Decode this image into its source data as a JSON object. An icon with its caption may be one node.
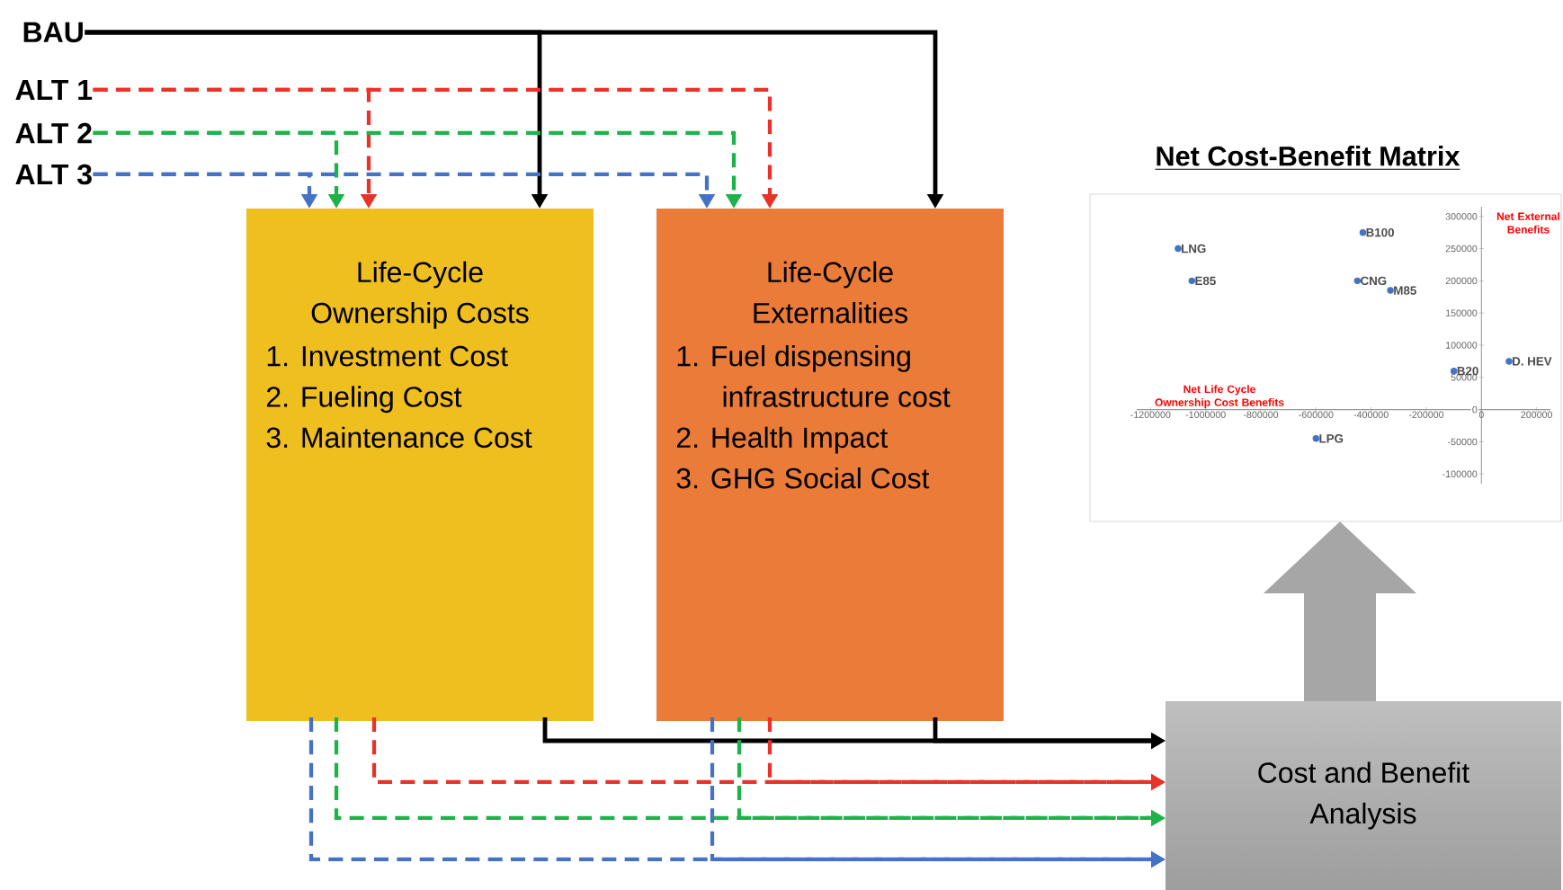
{
  "diagram": {
    "nodes": [
      {
        "text": [
          "BAU"
        ]
      },
      {
        "text": [
          "ALT 1"
        ]
      },
      {
        "text": [
          "ALT 2"
        ]
      },
      {
        "text": [
          "ALT 3"
        ]
      },
      {
        "text": [
          "Life-Cycle Ownership Costs",
          "1. Investment Cost",
          "2. Fueling Cost",
          "3. Maintenance Cost"
        ]
      },
      {
        "text": [
          "Life-Cycle Externalities",
          "1. Fuel dispensing infrastructure cost",
          "2. Health Impact",
          "3. GHG Social Cost"
        ]
      },
      {
        "text": [
          "Cost and Benefit Analysis"
        ]
      },
      {
        "text": [
          "Net Cost-Benefit Matrix"
        ]
      }
    ],
    "edges": [
      {
        "from": 0,
        "to": 4,
        "arrow": "to"
      },
      {
        "from": 0,
        "to": 5,
        "arrow": "to"
      },
      {
        "from": 1,
        "to": 4,
        "arrow": "to",
        "style": "dashed",
        "color": "#e8322a"
      },
      {
        "from": 1,
        "to": 5,
        "arrow": "to",
        "style": "dashed",
        "color": "#e8322a"
      },
      {
        "from": 2,
        "to": 4,
        "arrow": "to",
        "style": "dashed",
        "color": "#1db34a"
      },
      {
        "from": 2,
        "to": 5,
        "arrow": "to",
        "style": "dashed",
        "color": "#1db34a"
      },
      {
        "from": 3,
        "to": 4,
        "arrow": "to",
        "style": "dashed",
        "color": "#4472c4"
      },
      {
        "from": 3,
        "to": 5,
        "arrow": "to",
        "style": "dashed",
        "color": "#4472c4"
      },
      {
        "from": 4,
        "to": 6,
        "arrow": "to"
      },
      {
        "from": 5,
        "to": 6,
        "arrow": "to"
      },
      {
        "from": 4,
        "to": 6,
        "arrow": "to",
        "style": "dashed",
        "color": "#e8322a"
      },
      {
        "from": 5,
        "to": 6,
        "arrow": "to",
        "style": "dashed",
        "color": "#e8322a"
      },
      {
        "from": 4,
        "to": 6,
        "arrow": "to",
        "style": "dashed",
        "color": "#1db34a"
      },
      {
        "from": 5,
        "to": 6,
        "arrow": "to",
        "style": "dashed",
        "color": "#1db34a"
      },
      {
        "from": 4,
        "to": 6,
        "arrow": "to",
        "style": "dashed",
        "color": "#4472c4"
      },
      {
        "from": 5,
        "to": 6,
        "arrow": "to",
        "style": "dashed",
        "color": "#4472c4"
      },
      {
        "from": 6,
        "to": 7,
        "arrow": "to",
        "style": "thick",
        "color": "#a6a6a6"
      }
    ],
    "chart_data": {
      "type": "scatter",
      "xlabel": "Net Life Cycle Ownership Cost Benefits",
      "ylabel": "Net External Benefits",
      "x": [
        -1100000,
        -1050000,
        -430000,
        -450000,
        -330000,
        -100000,
        100000,
        -600000
      ],
      "series": [
        {
          "color": "#4472c4",
          "values": [
            250000,
            200000,
            275000,
            200000,
            185000,
            60000,
            75000,
            -45000
          ]
        }
      ],
      "xlim": [
        -1250000,
        250000
      ],
      "ylim": [
        -115000,
        315000
      ],
      "xticks": [
        -1200000,
        -1000000,
        -800000,
        -600000,
        -400000,
        -200000,
        0,
        200000
      ],
      "yticks": [
        -100000,
        -50000,
        0,
        50000,
        100000,
        150000,
        200000,
        250000,
        300000
      ],
      "annotations": [
        {
          "x": -1100000,
          "y": 250000,
          "text": "LNG"
        },
        {
          "x": -1050000,
          "y": 200000,
          "text": "E85"
        },
        {
          "x": -430000,
          "y": 275000,
          "text": "B100"
        },
        {
          "x": -450000,
          "y": 200000,
          "text": "CNG"
        },
        {
          "x": -330000,
          "y": 185000,
          "text": "M85"
        },
        {
          "x": -100000,
          "y": 60000,
          "text": "B20"
        },
        {
          "x": 100000,
          "y": 75000,
          "text": "D. HEV"
        },
        {
          "x": -600000,
          "y": -45000,
          "text": "LPG"
        }
      ]
    }
  }
}
